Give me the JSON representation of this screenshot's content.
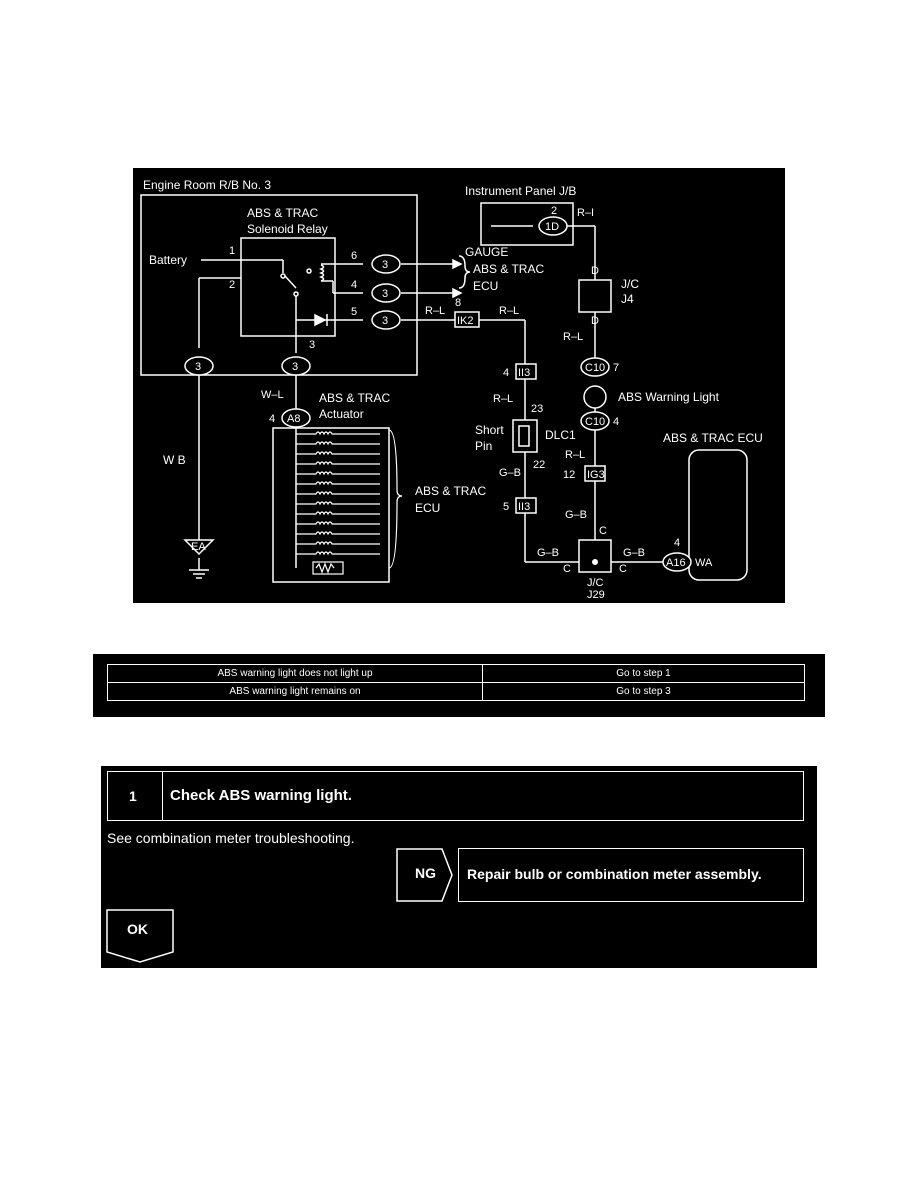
{
  "diagram": {
    "engine_room_rb": "Engine Room R/B No. 3",
    "solenoid_relay_line1": "ABS & TRAC",
    "solenoid_relay_line2": "Solenoid Relay",
    "battery": "Battery",
    "ecu_label_line1": "ABS & TRAC",
    "ecu_label_line2": "ECU",
    "instrument_panel_jb": "Instrument Panel J/B",
    "gauge": "GAUGE",
    "connector_1d": "1D",
    "jc_j4_line1": "J/C",
    "jc_j4_line2": "J4",
    "ik2": "IK2",
    "ii3": "II3",
    "c10": "C10",
    "abs_warning_light": "ABS Warning Light",
    "abs_trac_ecu": "ABS & TRAC ECU",
    "short_pin_line1": "Short",
    "short_pin_line2": "Pin",
    "dlc1": "DLC1",
    "ig3": "IG3",
    "a8": "A8",
    "actuator_line1": "ABS & TRAC",
    "actuator_line2": "Actuator",
    "a16": "A16",
    "wa": "WA",
    "jc_j29_line1": "J/C",
    "jc_j29_line2": "J29",
    "ea": "EA",
    "connector_3": "3",
    "wire_wb": "W B",
    "wire_wl": "W–L",
    "wire_rl": "R–L",
    "wire_ri": "R–I",
    "wire_gb": "G–B",
    "pin_1": "1",
    "pin_2": "2",
    "pin_3": "3",
    "pin_4": "4",
    "pin_5": "5",
    "pin_6": "6",
    "pin_7": "7",
    "pin_8": "8",
    "pin_12": "12",
    "pin_22": "22",
    "pin_23": "23",
    "letter_d": "D",
    "letter_c": "C"
  },
  "symptoms": [
    {
      "symptom": "ABS warning light does not light up",
      "action": "Go to step 1"
    },
    {
      "symptom": "ABS warning light remains on",
      "action": "Go to step 3"
    }
  ],
  "step": {
    "number": "1",
    "title": "Check ABS warning light.",
    "instruction": "See combination meter troubleshooting.",
    "ng_label": "NG",
    "ng_action": "Repair bulb or combination meter assembly.",
    "ok_label": "OK"
  }
}
